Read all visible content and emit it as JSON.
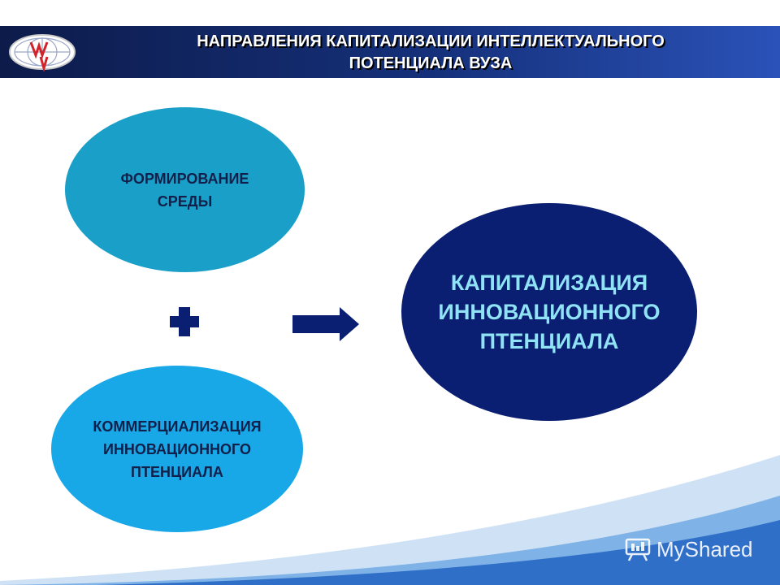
{
  "slide": {
    "title_line1": "НАПРАВЛЕНИЯ КАПИТАЛИЗАЦИИ ИНТЕЛЛЕКТУАЛЬНОГО",
    "title_line2": "ПОТЕНЦИАЛА ВУЗА"
  },
  "logo": {
    "name": "university-globe-logo"
  },
  "diagram": {
    "top_ellipse": {
      "line1": "ФОРМИРОВАНИЕ",
      "line2": "СРЕДЫ"
    },
    "bottom_ellipse": {
      "line1": "КОММЕРЦИАЛИЗАЦИЯ",
      "line2": "ИННОВАЦИОННОГО",
      "line3": "ПТЕНЦИАЛА"
    },
    "result_ellipse": {
      "line1": "КАПИТАЛИЗАЦИЯ",
      "line2": "ИННОВАЦИОННОГО",
      "line3": "ПТЕНЦИАЛА"
    },
    "operator_icon": "plus-icon",
    "result_icon": "arrow-right-icon"
  },
  "watermark": {
    "text": "MyShared",
    "icon": "presentation-board-icon"
  },
  "colors": {
    "header": "#15307a",
    "top_ellipse": "#1aa0c8",
    "bottom_ellipse": "#18a8e8",
    "result_ellipse": "#0a1f72",
    "result_text": "#8fe3f5",
    "plus_arrow": "#0a1f72"
  }
}
